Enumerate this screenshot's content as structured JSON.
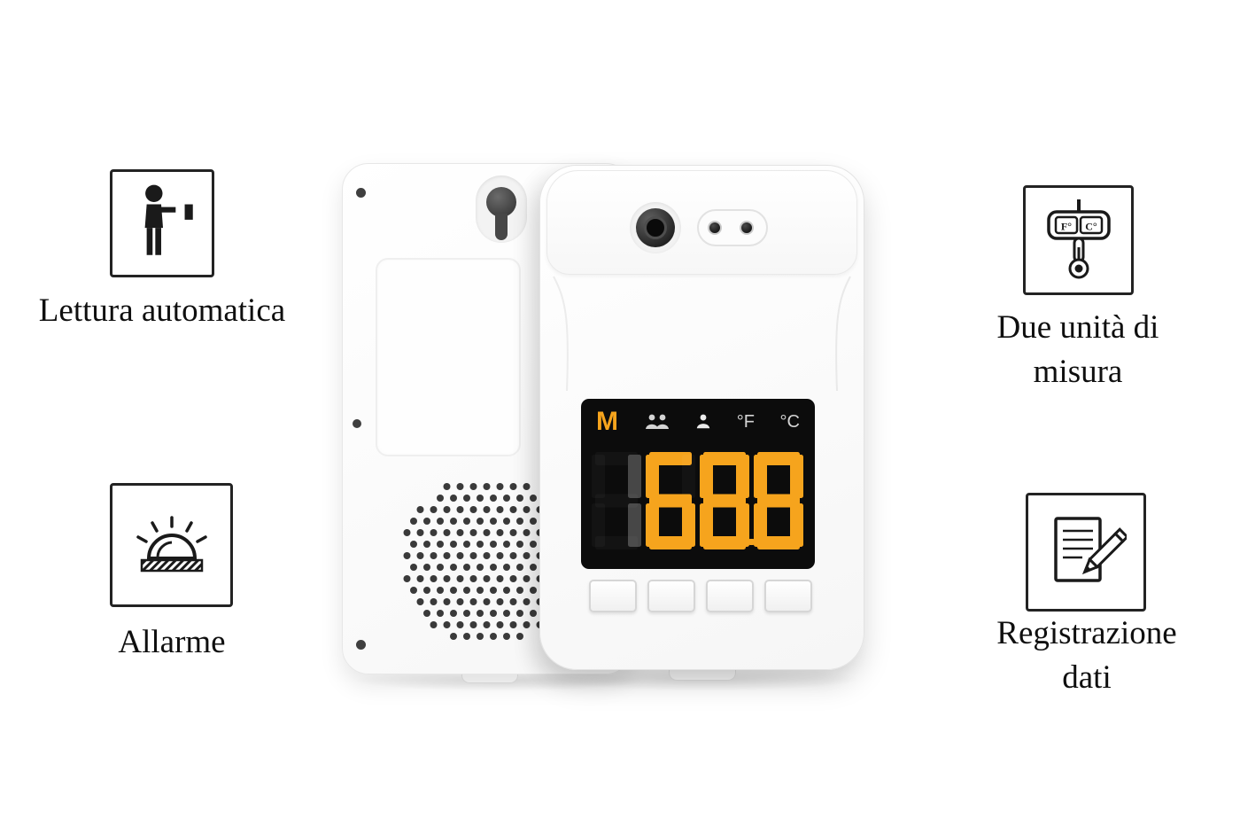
{
  "features": {
    "auto_reading": {
      "label": "Lettura automatica"
    },
    "alarm": {
      "label": "Allarme"
    },
    "dual_units": {
      "lines": [
        "Due unità di",
        "misura"
      ],
      "badge_fahrenheit": "F°",
      "badge_celsius": "C°"
    },
    "data_logging": {
      "lines": [
        "Registrazione",
        "dati"
      ]
    }
  },
  "device": {
    "display": {
      "mode": "M",
      "digits": [
        {
          "char": "1",
          "state": "dim"
        },
        {
          "char": "6",
          "state": "lit"
        },
        {
          "char": "8",
          "state": "lit"
        },
        {
          "char": "8",
          "state": "lit"
        }
      ],
      "decimal_point_after_digit": 3,
      "unit_fahrenheit": "°F",
      "unit_celsius": "°C",
      "button_count": 4
    }
  },
  "colors": {
    "display_bg": "#0c0c0c",
    "digit_lit": "#f6a41d",
    "digit_dim": "#474747",
    "mode": "#f6a41d",
    "display_icon": "#d4d4d4",
    "label_text": "#0f0f0f",
    "icon_stroke": "#1a1a1a"
  }
}
